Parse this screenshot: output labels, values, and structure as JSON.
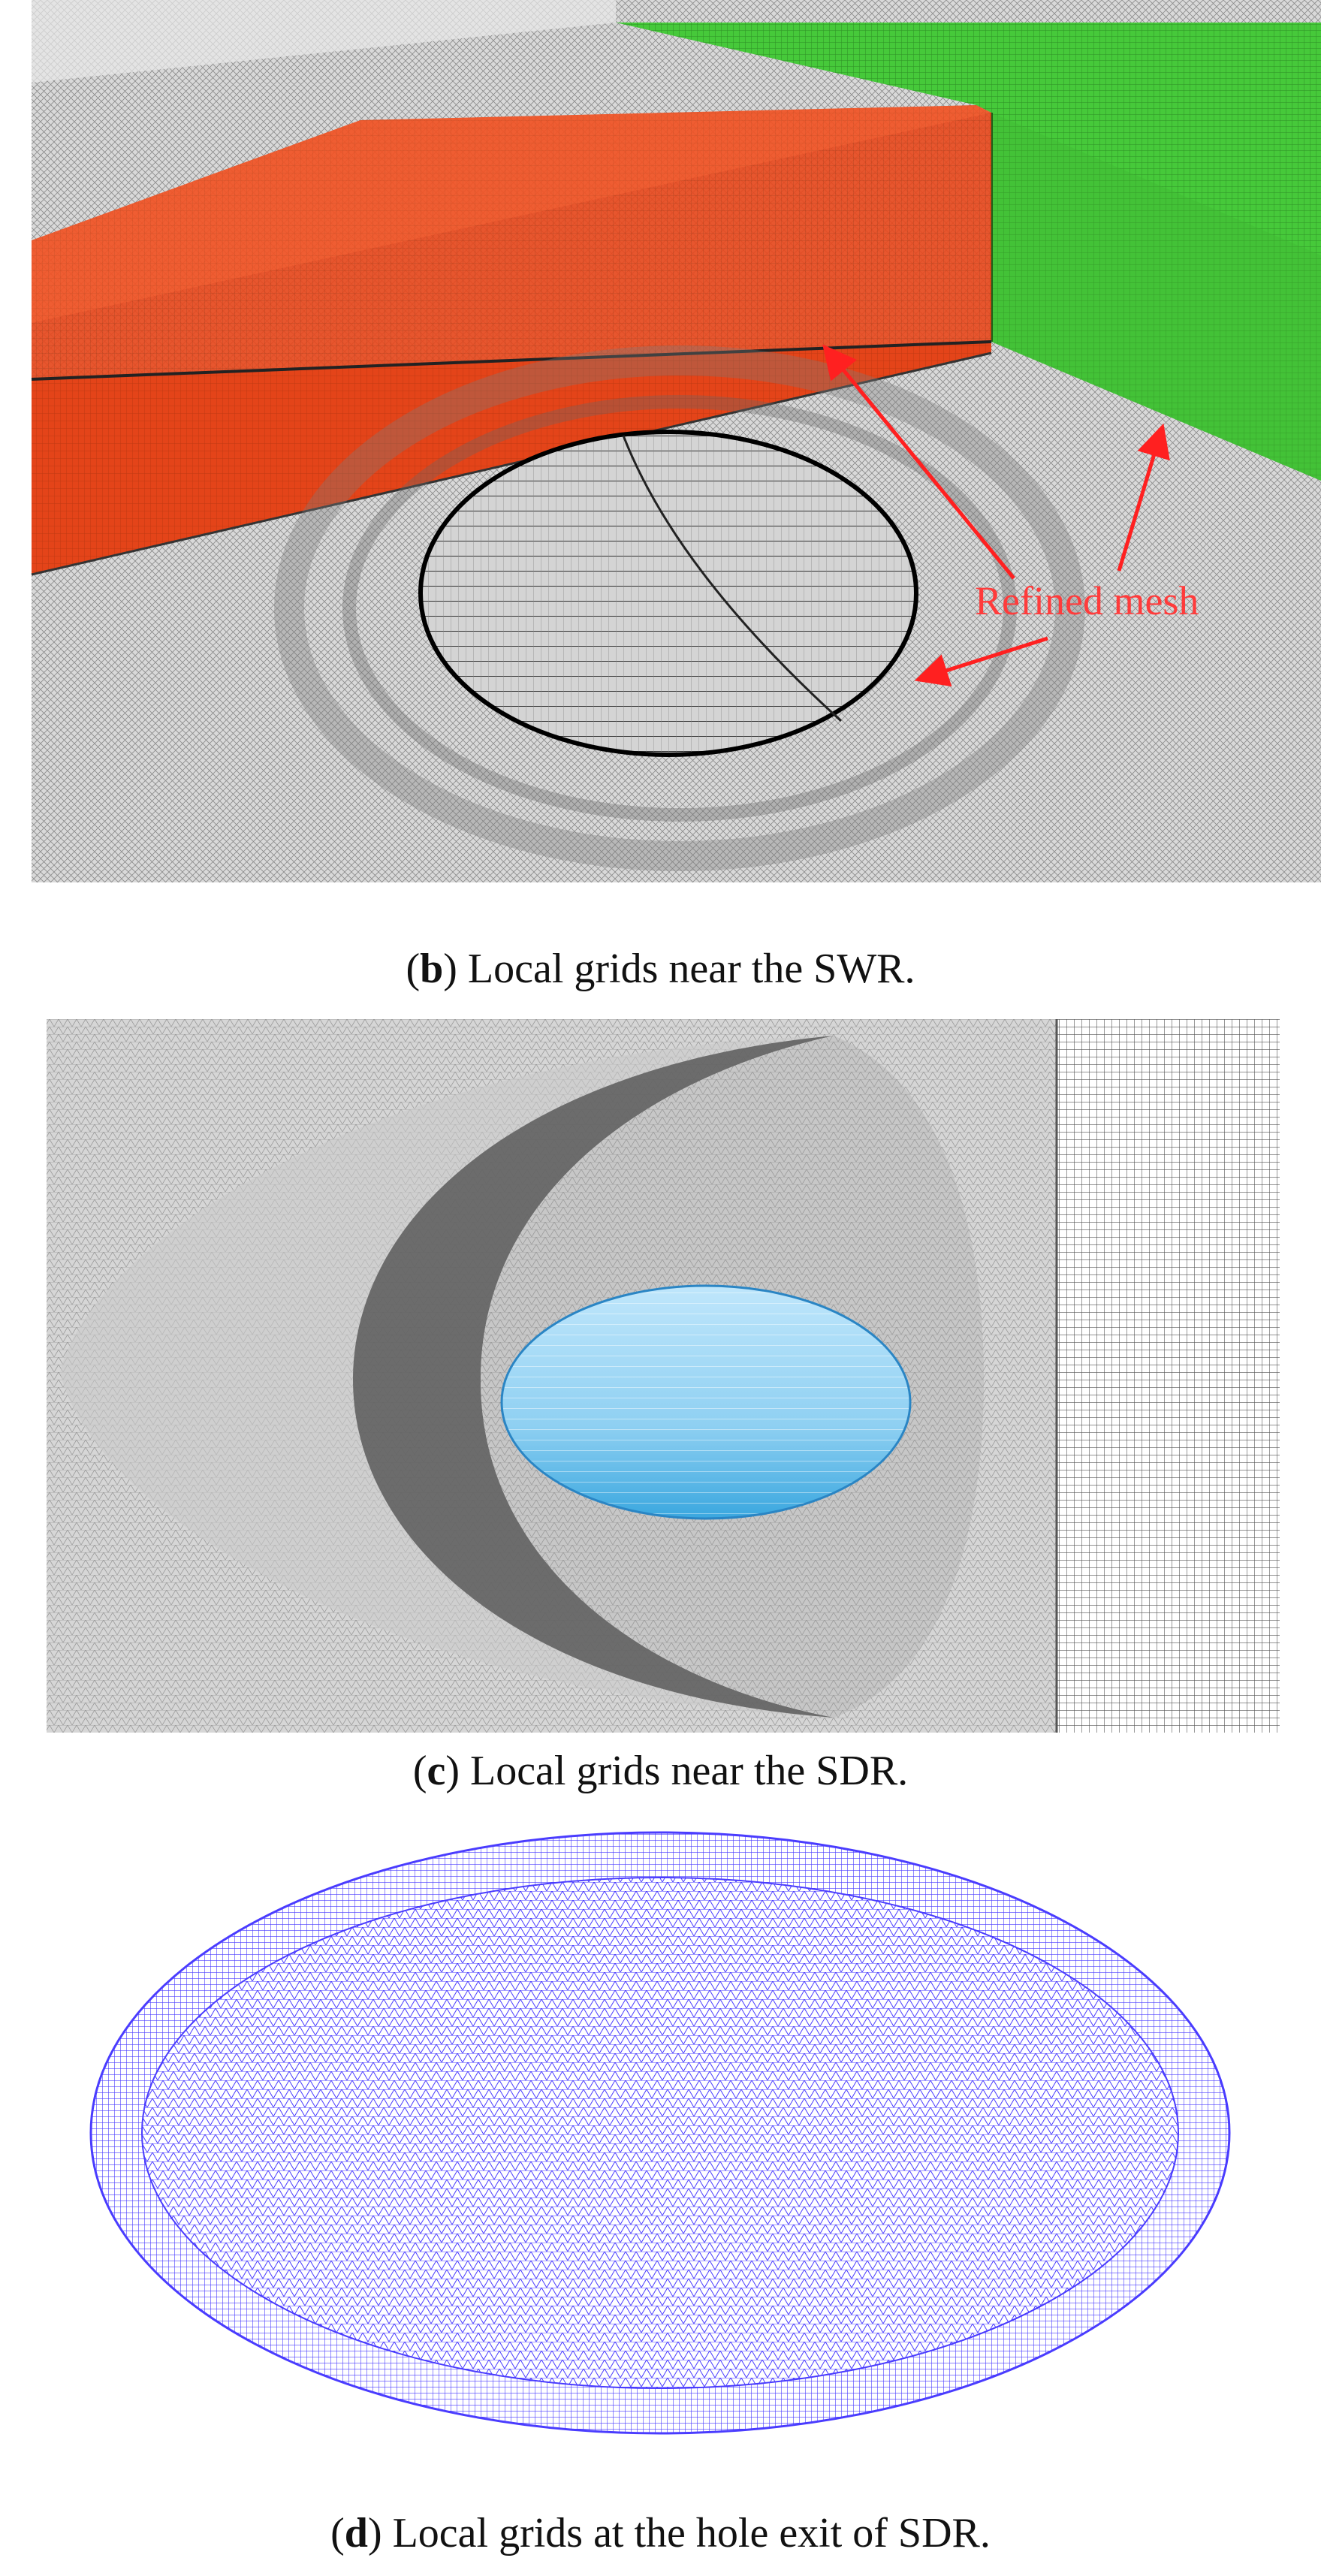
{
  "panels": [
    {
      "letter": "b",
      "caption": "Local grids near the SWR.",
      "annotation": "Refined mesh",
      "colors": {
        "orange": "#e8471b",
        "green": "#46c93a",
        "arrow": "#ff2020",
        "mesh_grey": "#d2d2d2"
      }
    },
    {
      "letter": "c",
      "caption": "Local grids near the SDR.",
      "colors": {
        "hole_blue": "#8fd0f2",
        "mesh_grey": "#b9b9b9"
      }
    },
    {
      "letter": "d",
      "caption": "Local grids at the hole exit of SDR.",
      "colors": {
        "grid_blue": "#4a3cff"
      }
    }
  ]
}
